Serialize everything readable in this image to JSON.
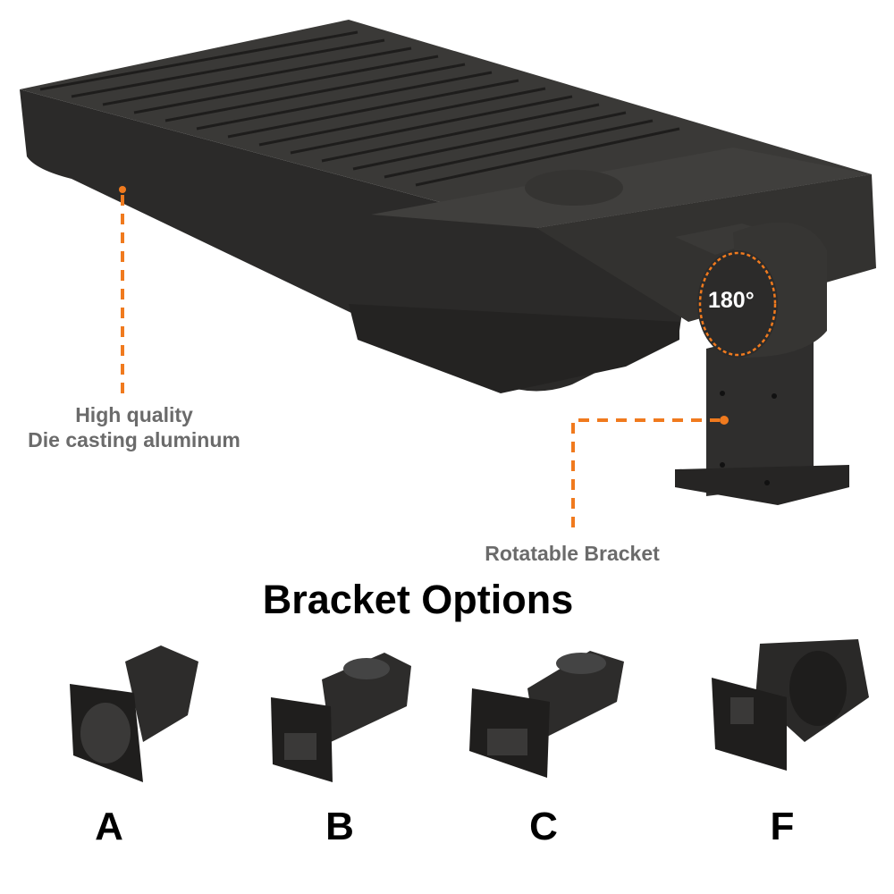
{
  "labels": {
    "material_line1": "High quality",
    "material_line2": "Die casting aluminum",
    "bracket": "Rotatable Bracket",
    "rotation": "180°"
  },
  "section_title": "Bracket Options",
  "options": [
    {
      "letter": "A"
    },
    {
      "letter": "B"
    },
    {
      "letter": "C"
    },
    {
      "letter": "F"
    }
  ],
  "colors": {
    "accent": "#f07a1e",
    "body": "#2e2d2c",
    "label": "#6b6b6b"
  }
}
